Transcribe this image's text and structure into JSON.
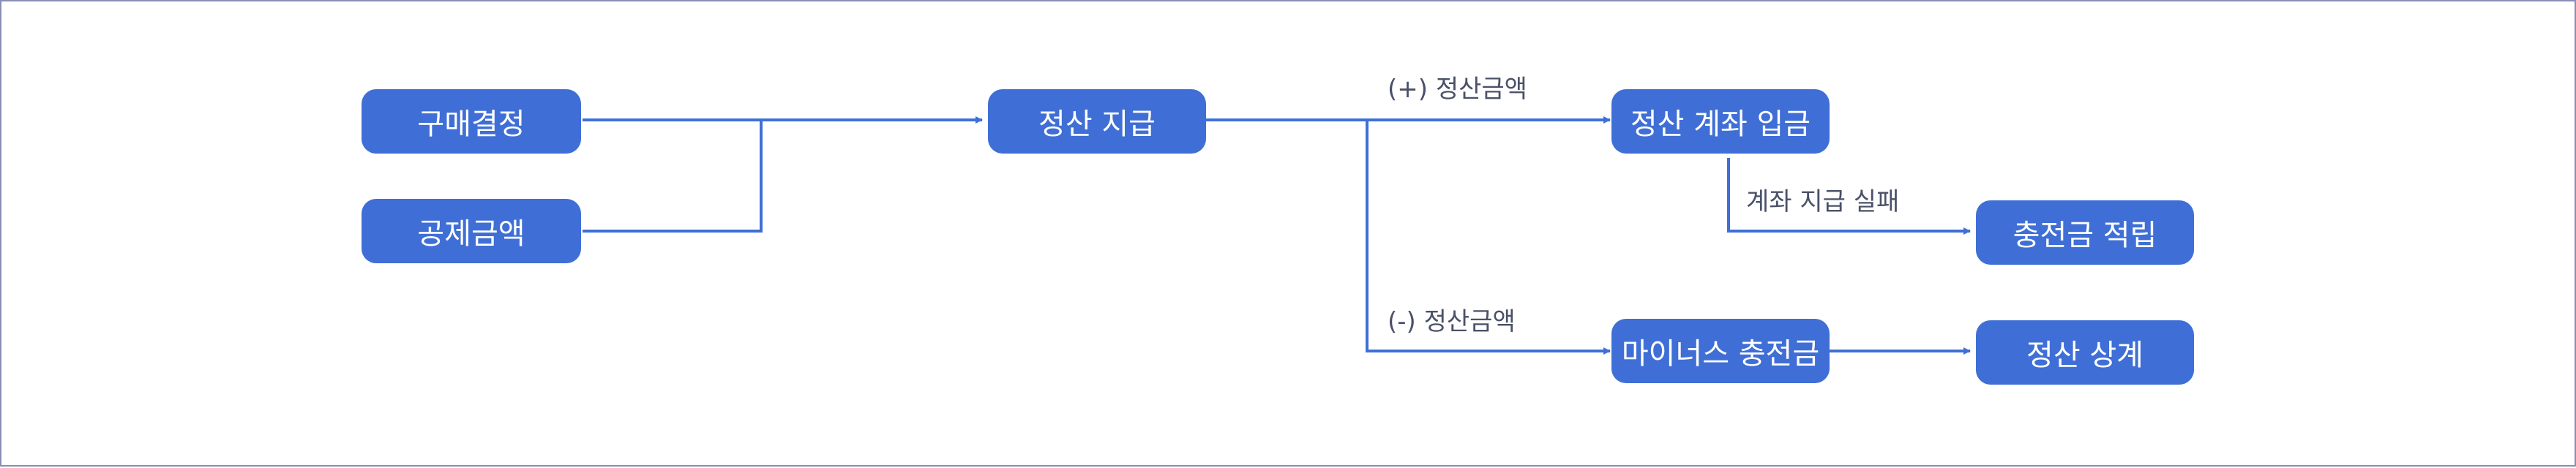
{
  "diagram": {
    "nodes": {
      "purchase_decision": "구매결정",
      "deduction_amount": "공제금액",
      "settlement_payment": "정산 지급",
      "settlement_account_deposit": "정산 계좌 입금",
      "minus_charge": "마이너스 충전금",
      "charge_accumulate": "충전금 적립",
      "settlement_offset": "정산 상계"
    },
    "edge_labels": {
      "plus_amount": "(+) 정산금액",
      "minus_amount": "(-) 정산금액",
      "account_fail": "계좌 지급 실패"
    }
  },
  "colors": {
    "node_fill": "#3f6fd6",
    "node_text": "#ffffff",
    "connector": "#3f6fd6",
    "label_text": "#4a5168",
    "frame_border": "#8a8db5"
  }
}
